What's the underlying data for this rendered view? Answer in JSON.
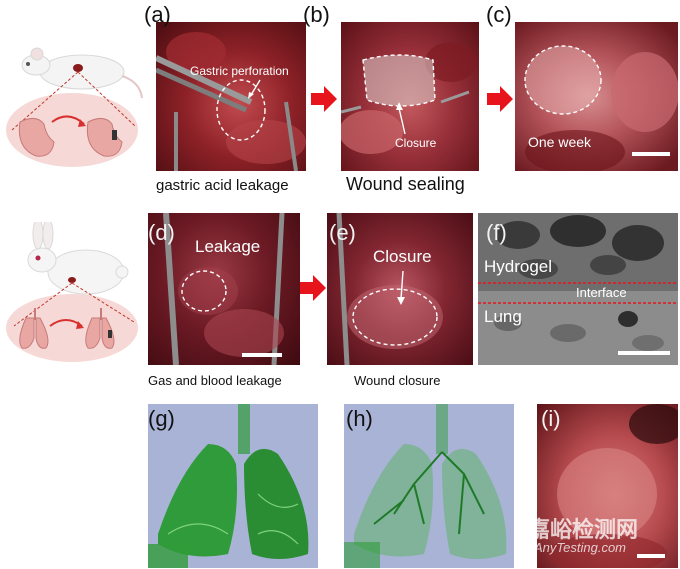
{
  "panels": {
    "a": {
      "letter": "(a)",
      "annotation": "Gastric perforation",
      "caption": "gastric acid leakage"
    },
    "b": {
      "letter": "(b)",
      "annotation": "Closure",
      "caption": "Wound sealing"
    },
    "c": {
      "letter": "(c)",
      "annotation": "One week"
    },
    "d": {
      "letter": "(d)",
      "annotation": "Leakage",
      "caption": "Gas and blood leakage"
    },
    "e": {
      "letter": "(e)",
      "annotation": "Closure",
      "caption": "Wound closure"
    },
    "f": {
      "letter": "(f)",
      "label_top": "Hydrogel",
      "label_mid": "Interface",
      "label_bottom": "Lung"
    },
    "g": {
      "letter": "(g)"
    },
    "h": {
      "letter": "(h)"
    },
    "i": {
      "letter": "(i)"
    }
  },
  "watermark": {
    "cn": "嘉峪检测网",
    "en": "AnyTesting.com"
  },
  "colors": {
    "arrow": "#e8141b",
    "tissue_dark": "#5a0f12",
    "tissue_red": "#b3343a",
    "lung_green": "#2f9b3a",
    "render_bg": "#a9b3d6",
    "circle_bg": "#f6d9d6"
  }
}
